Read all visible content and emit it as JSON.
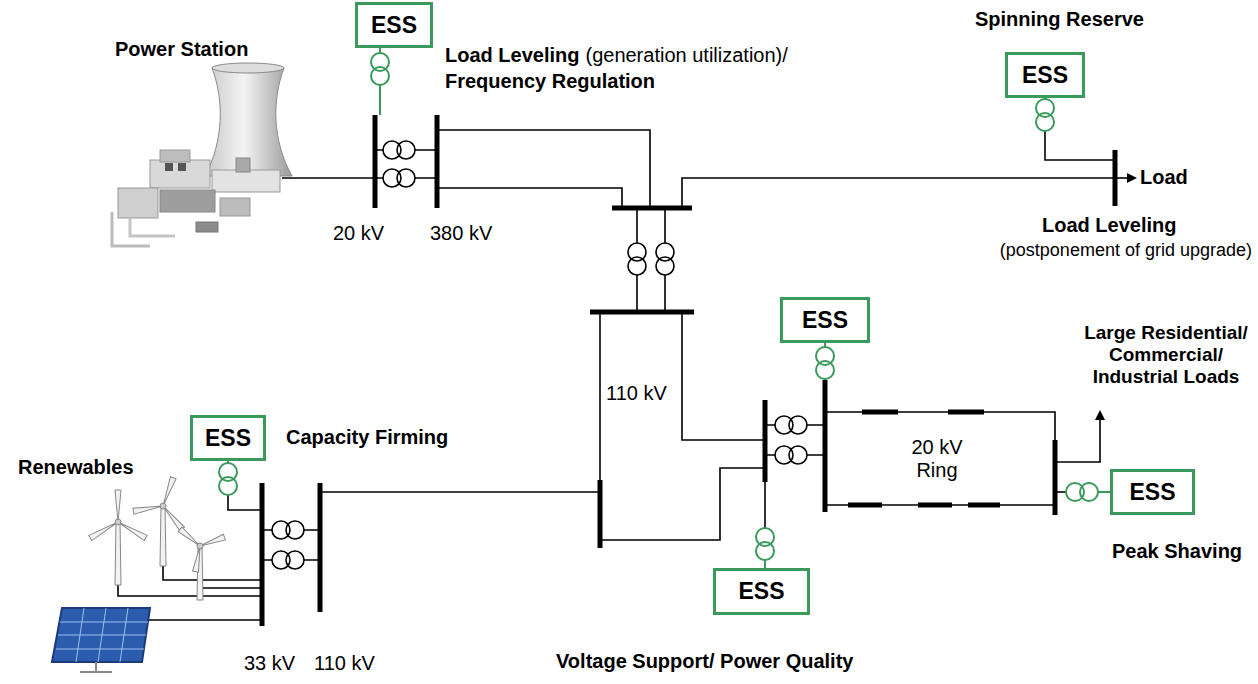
{
  "diagram": {
    "nodes": [
      {
        "text": [
          "ESS"
        ]
      },
      {
        "text": [
          "ESS"
        ]
      },
      {
        "text": [
          "ESS"
        ]
      },
      {
        "text": [
          "ESS"
        ]
      },
      {
        "text": [
          "ESS"
        ]
      },
      {
        "text": [
          "ESS"
        ]
      }
    ],
    "labels": [
      "Power Station",
      "Load Leveling",
      "(generation utilization)/",
      "Frequency Regulation",
      "Spinning Reserve",
      "Load",
      "Load Leveling",
      "(postponement of grid upgrade)",
      "20 kV",
      "380 kV",
      "Large Residential/ Commercial/ Industrial Loads",
      "20 kV Ring",
      "110 kV",
      "Capacity Firming",
      "Renewables",
      "Peak Shaving",
      "Voltage Support/ Power Quality",
      "33 kV",
      "110 kV"
    ]
  }
}
